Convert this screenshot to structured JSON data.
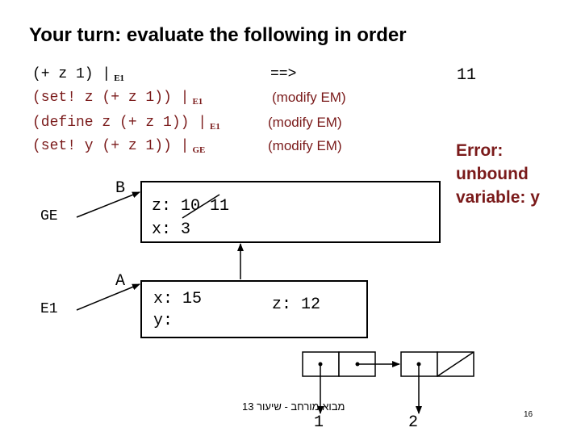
{
  "title": "Your turn: evaluate the following in order",
  "expressions": [
    {
      "code": "(+ z 1) |",
      "env": "E1",
      "arrow": "==>",
      "result": "11"
    },
    {
      "code": "(set! z (+ z 1)) |",
      "env": "E1",
      "result": "(modify EM)"
    },
    {
      "code": "(define z (+ z 1)) |",
      "env": "E1",
      "result": "(modify EM)"
    },
    {
      "code": "(set! y (+ z 1)) |",
      "env": "GE",
      "result": "(modify EM)"
    }
  ],
  "error": {
    "line1": "Error:",
    "line2": "unbound",
    "line3": "variable: y"
  },
  "environments": {
    "ge": {
      "label": "GE",
      "frame_label": "B",
      "bindings": [
        {
          "text": "z: ",
          "old": "10",
          "new": "11"
        },
        {
          "text": "x: 3"
        }
      ]
    },
    "e1": {
      "label": "E1",
      "frame_label": "A",
      "bindings": [
        {
          "text": "x: 15"
        },
        {
          "text": "y:"
        }
      ],
      "added_binding": "z: 12"
    }
  },
  "pairs": {
    "first_car": "1",
    "second_car": "2"
  },
  "footer": {
    "lecture": "מבוא מורחב - שיעור 13",
    "page": "16"
  }
}
